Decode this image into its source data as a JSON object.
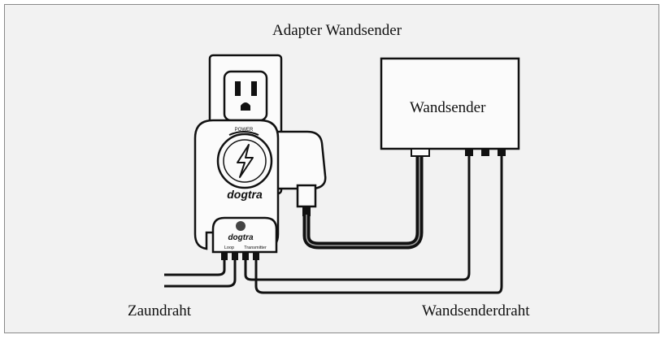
{
  "diagram": {
    "title": "Adapter Wandsender",
    "box_label": "Wandsender",
    "fence_wire_label": "Zaundraht",
    "transmitter_wire_label": "Wandsenderdraht",
    "device": {
      "power_label": "POWER",
      "brand_upper": "dogtra",
      "brand_lower": "dogtra",
      "port_loop": "Loop",
      "port_transmitter": "Transmitter"
    }
  }
}
